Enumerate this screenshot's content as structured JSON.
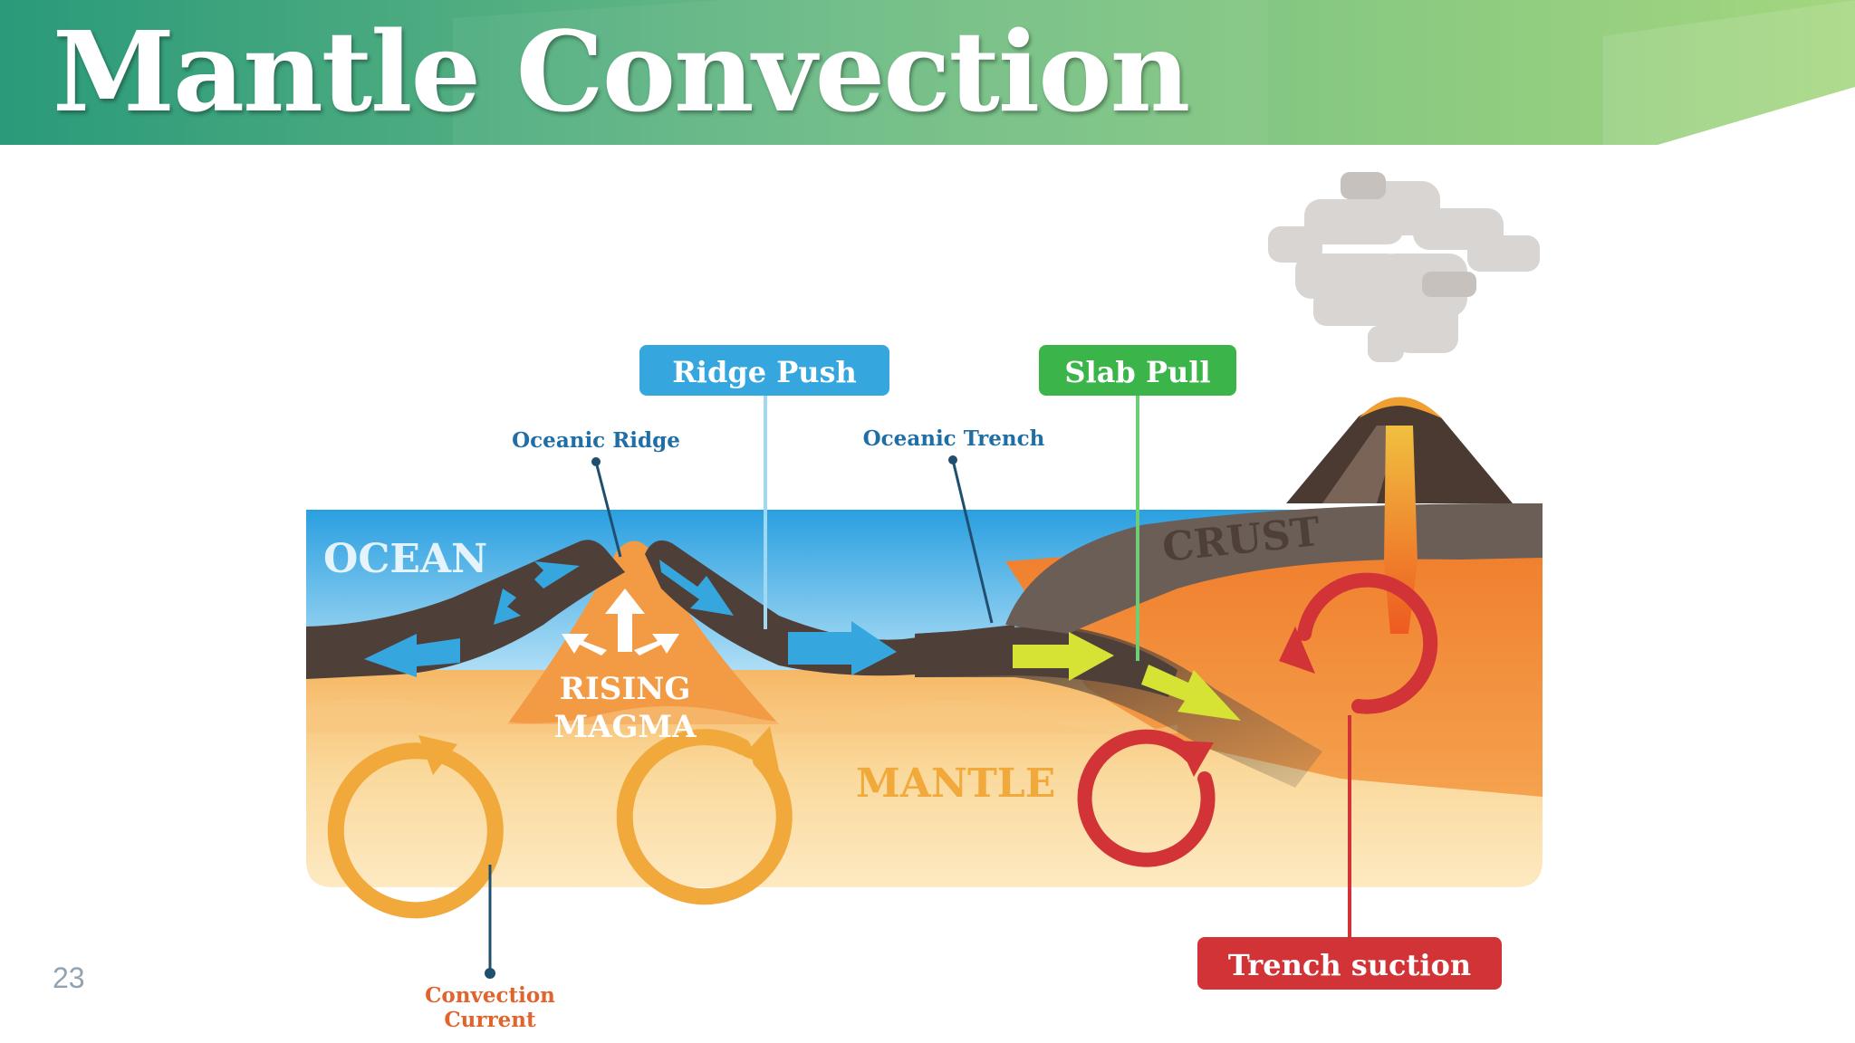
{
  "slide": {
    "title": "Mantle Convection",
    "number": "23"
  },
  "diagram": {
    "callouts": {
      "ridge_push": "Ridge Push",
      "slab_pull": "Slab Pull",
      "trench_suction": "Trench suction"
    },
    "labels": {
      "oceanic_ridge": "Oceanic Ridge",
      "oceanic_trench": "Oceanic Trench",
      "ocean": "OCEAN",
      "crust": "CRUST",
      "rising_magma_1": "RISING",
      "rising_magma_2": "MAGMA",
      "mantle": "MANTLE",
      "convection_current_1": "Convection",
      "convection_current_2": "Current"
    },
    "colors": {
      "ridge_push": "#35a7de",
      "slab_pull": "#3bb54a",
      "trench_suction": "#d23336",
      "ocean_text": "#ffffff",
      "mantle_text": "#f2a93b",
      "label_blue": "#1f6fa6",
      "convection_text": "#e0642c"
    }
  }
}
